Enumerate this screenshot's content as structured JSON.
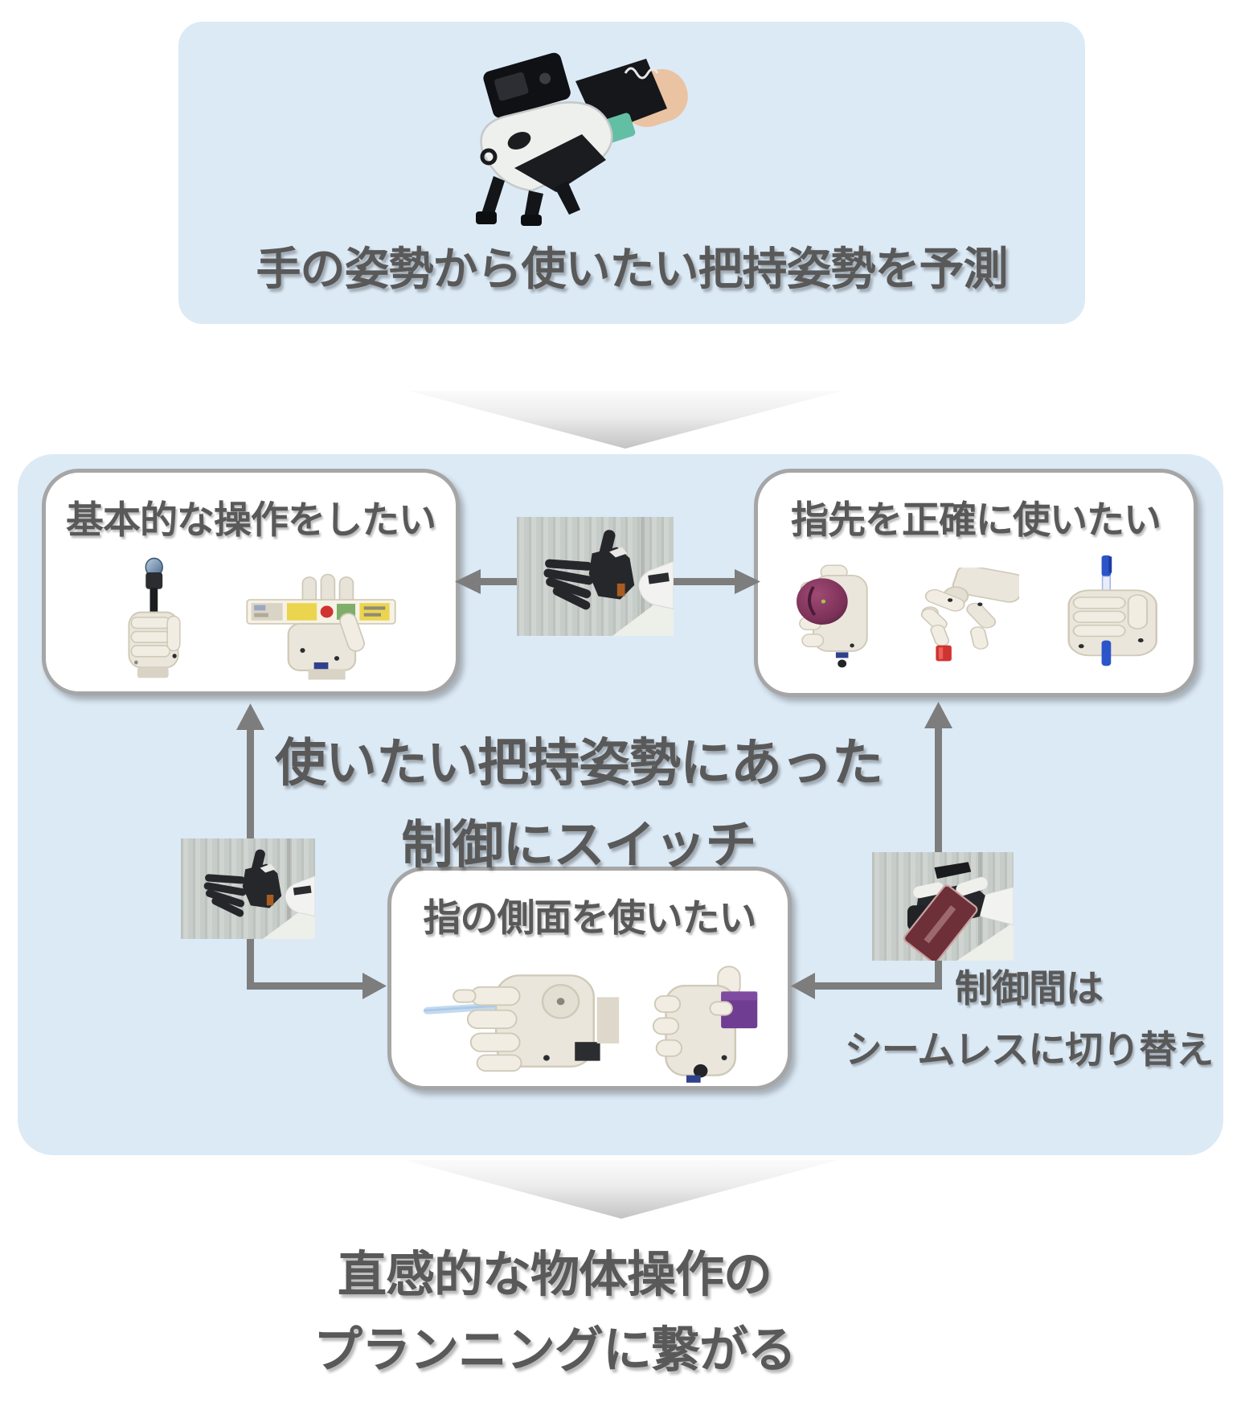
{
  "diagram": {
    "top_panel": {
      "title": "手の姿勢から使いたい把持姿勢を予測",
      "photo": "sensor-glove-on-hand"
    },
    "flow_panel": {
      "basic_box": {
        "title": "基本的な操作をしたい"
      },
      "fingertip_box": {
        "title": "指先を正確に使いたい"
      },
      "side_box": {
        "title": "指の側面を使いたい"
      },
      "switch_caption": {
        "line1": "使いたい把持姿勢にあった",
        "line2": "制御にスイッチ"
      },
      "seamless_caption": {
        "line1": "制御間は",
        "line2": "シームレスに切り替え"
      }
    },
    "outcome_caption": {
      "line1": "直感的な物体操作の",
      "line2": "プランニングに繋がる"
    },
    "photos": {
      "glove": "sensor-glove-on-hand",
      "center": "open-black-robot-hand",
      "left": "open-black-robot-hand",
      "right": "robot-hand-holding-maroon-sign",
      "basic_1": "robot-hand-gripping-torque-tool",
      "basic_2": "robot-hand-holding-long-package",
      "fingertip_1": "robot-hand-holding-plum",
      "fingertip_2": "robot-hand-pinching-red-object",
      "fingertip_3": "robot-hand-holding-blue-pen",
      "side_1": "robot-hand-holding-card-sideways",
      "side_2": "robot-hand-holding-purple-cube"
    },
    "colors": {
      "panel_blue": "#dceaf6",
      "box_border_gray": "#a6a6a6",
      "heading_gray": "#595959",
      "arrow_gray": "#7d7d7d",
      "glove_teal": "#63bfa3",
      "plum_purple": "#7b3158",
      "cube_purple": "#6f3d91",
      "pen_blue": "#2b55c8",
      "sign_maroon": "#6e3038",
      "tool_yellow": "#e3b32a",
      "package_yellow": "#ecd54e",
      "red_object": "#cf3430"
    }
  }
}
